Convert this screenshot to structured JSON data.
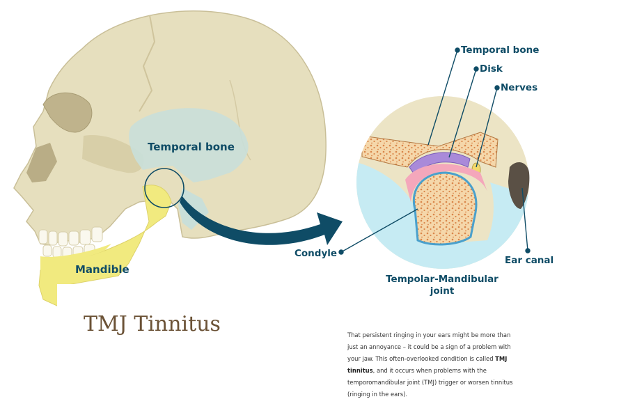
{
  "diagram": {
    "labels": {
      "temporal_bone_skull": "Temporal bone",
      "mandible": "Mandible",
      "temporal_bone_detail": "Temporal bone",
      "disk": "Disk",
      "nerves": "Nerves",
      "condyle": "Condyle",
      "joint_line1": "Tempolar-Mandibular",
      "joint_line2": "joint",
      "ear_canal": "Ear canal"
    },
    "colors": {
      "skull": "#e6dfbe",
      "mandible": "#f1ea7f",
      "temporal_region": "#c9dfd9",
      "label": "#0f4c66",
      "arrow": "#0f4c66",
      "title": "#6b5236"
    }
  },
  "article": {
    "title": "TMJ Tinnitus",
    "paragraph": {
      "part1": "That persistent ringing in your ears might be more than just an annoyance – it could be a sign of a problem with your jaw. This often-overlooked condition is called ",
      "bold": "TMJ tinnitus",
      "part2": ", and it occurs when problems with the temporomandibular joint (TMJ) trigger or worsen tinnitus (ringing in the ears)."
    }
  }
}
